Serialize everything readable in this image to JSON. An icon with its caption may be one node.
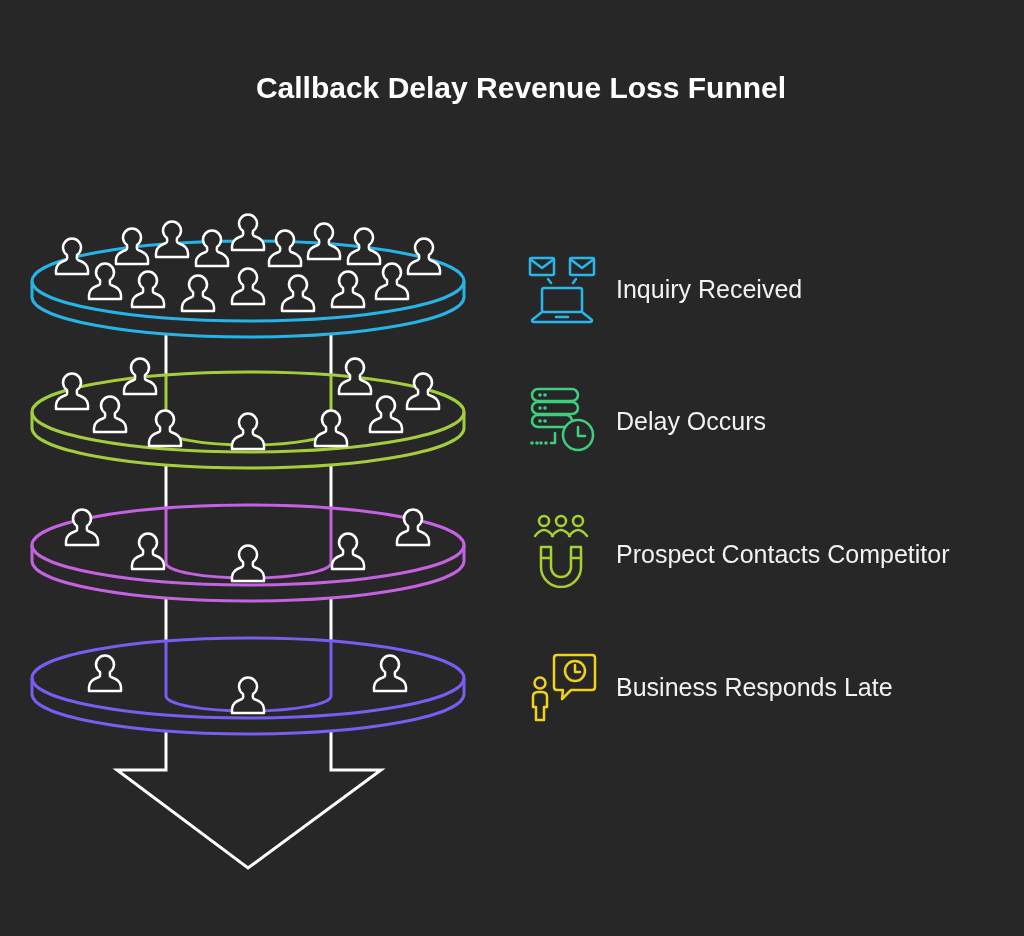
{
  "diagram": {
    "title": "Callback Delay Revenue Loss Funnel",
    "labels": [
      "Inquiry Received",
      "Delay Occurs",
      "Prospect Contacts Competitor",
      "Business Responds Late"
    ]
  }
}
